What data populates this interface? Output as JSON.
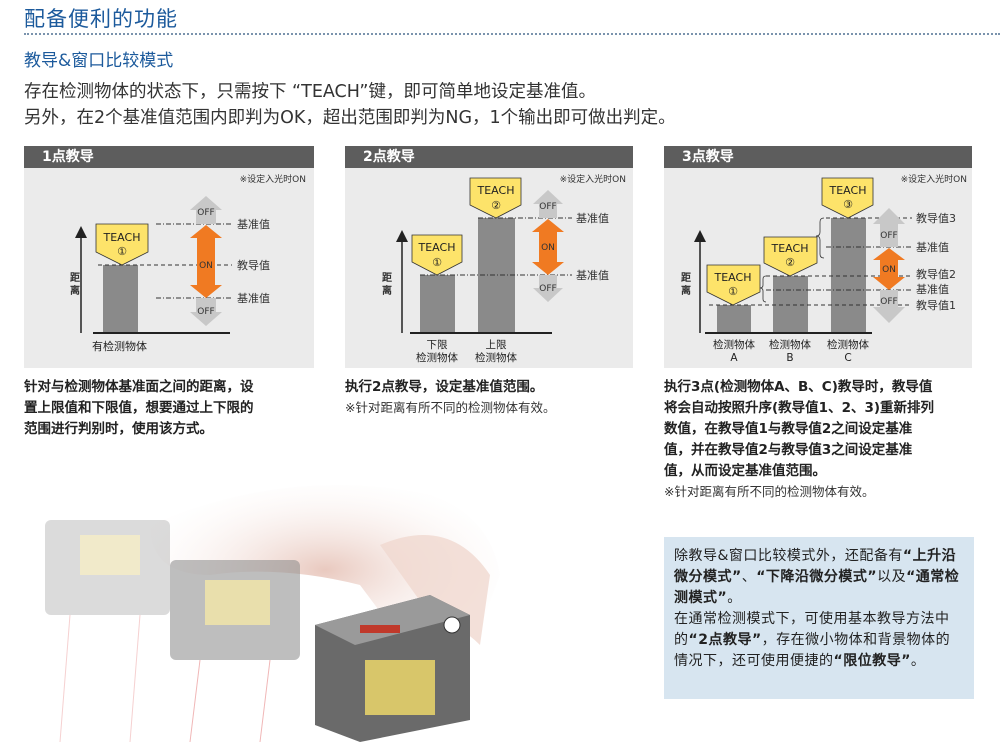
{
  "header": {
    "title": "配备便利的功能",
    "subtitle": "教导&窗口比较模式",
    "intro_line1": "存在检测物体的状态下，只需按下 “TEACH”键，即可简单地设定基准值。",
    "intro_line2": "另外，在2个基准值范围内即判为OK，超出范围即判为NG，1个输出即可做出判定。"
  },
  "colors": {
    "title_blue": "#1c5a9c",
    "on_orange": "#f07a22",
    "teach_yellow": "#fde36a",
    "panel_header": "#5d5d5d",
    "info_bg": "#d7e5f0"
  },
  "panels": [
    {
      "title": "1点教导",
      "note": "※设定入光时ON",
      "axis_label": [
        "距",
        "离"
      ],
      "teach": [
        {
          "label": "TEACH",
          "num": "①"
        }
      ],
      "lines": [
        "基准值",
        "教导值",
        "基准值"
      ],
      "arrow": {
        "top": "OFF",
        "mid": "ON",
        "bottom": "OFF"
      },
      "objects": [
        "有检测物体"
      ],
      "caption": "针对与检测物体基准面之间的距离，设置上限值和下限值，想要通过上下限的范围进行判别时，使用该方式。"
    },
    {
      "title": "2点教导",
      "note": "※设定入光时ON",
      "axis_label": [
        "距",
        "离"
      ],
      "teach": [
        {
          "label": "TEACH",
          "num": "①"
        },
        {
          "label": "TEACH",
          "num": "②"
        }
      ],
      "lines": [
        "基准值",
        "基准值"
      ],
      "arrow": {
        "top": "OFF",
        "mid": "ON",
        "bottom": "OFF"
      },
      "objects": [
        [
          "下限",
          "检测物体"
        ],
        [
          "上限",
          "检测物体"
        ]
      ],
      "caption": "执行2点教导，设定基准值范围。",
      "footnote": "※针对距离有所不同的检测物体有效。"
    },
    {
      "title": "3点教导",
      "note": "※设定入光时ON",
      "axis_label": [
        "距",
        "离"
      ],
      "teach": [
        {
          "label": "TEACH",
          "num": "①"
        },
        {
          "label": "TEACH",
          "num": "②"
        },
        {
          "label": "TEACH",
          "num": "③"
        }
      ],
      "lines": [
        "教导值3",
        "基准值",
        "教导值2",
        "基准值",
        "教导值1"
      ],
      "arrow": {
        "top": "OFF",
        "mid": "ON",
        "bottom": "OFF"
      },
      "objects": [
        [
          "检测物体",
          "A"
        ],
        [
          "检测物体",
          "B"
        ],
        [
          "检测物体",
          "C"
        ]
      ],
      "caption_lines": [
        "执行3点(检测物体A、B、C)教导时，教导值",
        "将会自动按照升序(教导值1、2、3)重新排列",
        "数值，在教导值1与教导值2之间设定基准",
        "值，并在教导值2与教导值3之间设定基准",
        "值，从而设定基准值范围。"
      ],
      "footnote": "※针对距离有所不同的检测物体有效。"
    }
  ],
  "caption1_lines": [
    "针对与检测物体基准面之间的距离，设",
    "置上限值和下限值，想要通过上下限的",
    "范围进行判别时，使用该方式。"
  ],
  "info_box": {
    "p1_a": "除教导&窗口比较模式外，还配备有",
    "p1_b": "“上升沿微分模式”",
    "p1_c": "、",
    "p1_d": "“下降沿微分模式”",
    "p1_e": "以及",
    "p1_f": "“通常检测模式”",
    "p1_g": "。",
    "p2_a": "在通常检测模式下，可使用基本教导方法中的",
    "p2_b": "“2点教导”",
    "p2_c": "，存在微小物体和背景物体的情况下，还可使用便捷的",
    "p2_d": "“限位教导”",
    "p2_e": "。"
  }
}
